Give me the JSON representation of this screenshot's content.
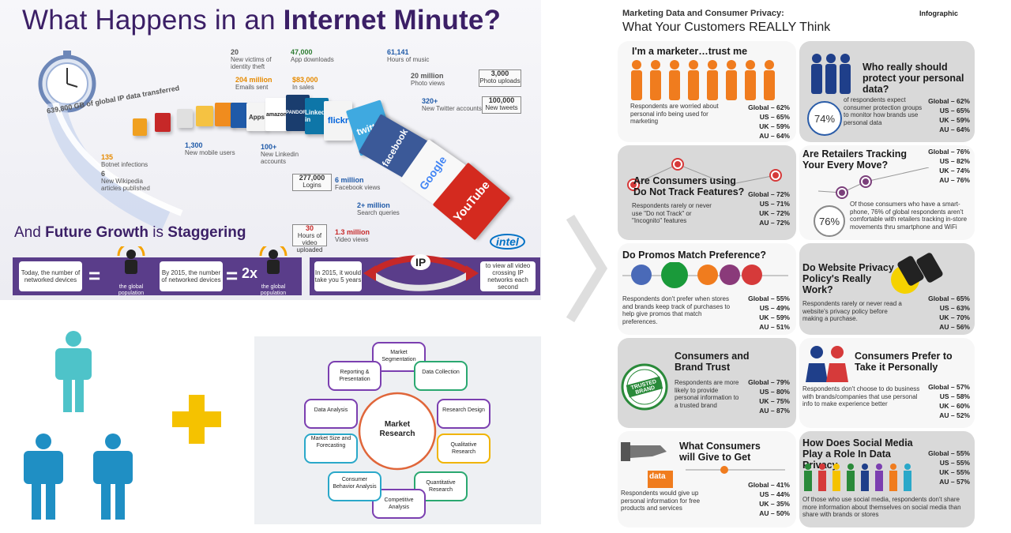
{
  "internet_minute": {
    "title_pre": "What Happens in an ",
    "title_bold": "Internet Minute?",
    "ip_data": "639,800 GB of global IP data transferred",
    "stats": [
      {
        "num": "20",
        "label": "New victims of identity theft",
        "color": "gray"
      },
      {
        "num": "47,000",
        "label": "App downloads",
        "color": "green"
      },
      {
        "num": "61,141",
        "label": "Hours of music",
        "color": "blue"
      },
      {
        "num": "204 million",
        "label": "Emails sent",
        "color": "orange"
      },
      {
        "num": "$83,000",
        "label": "In sales",
        "color": "orange"
      },
      {
        "num": "20 million",
        "label": "Photo views",
        "color": "gray"
      },
      {
        "num": "3,000",
        "label": "Photo uploads",
        "color": "gray"
      },
      {
        "num": "320+",
        "label": "New Twitter accounts",
        "color": "blue"
      },
      {
        "num": "100,000",
        "label": "New tweets",
        "color": "gray"
      },
      {
        "num": "135",
        "label": "Botnet infections",
        "color": "orange"
      },
      {
        "num": "1,300",
        "label": "New mobile users",
        "color": "blue"
      },
      {
        "num": "100+",
        "label": "New Linkedin accounts",
        "color": "blue"
      },
      {
        "num": "6",
        "label": "New Wikipedia articles published",
        "color": "gray"
      },
      {
        "num": "277,000",
        "label": "Logins",
        "color": "gray"
      },
      {
        "num": "6 million",
        "label": "Facebook views",
        "color": "blue"
      },
      {
        "num": "2+ million",
        "label": "Search queries",
        "color": "blue"
      },
      {
        "num": "30",
        "label": "Hours of video uploaded",
        "color": "red"
      },
      {
        "num": "1.3 million",
        "label": "Video views",
        "color": "red"
      }
    ],
    "cubes": [
      "Apps",
      "amazon",
      "PANDORA",
      "Linked in",
      "flickr",
      "twitter",
      "facebook",
      "Google",
      "YouTube"
    ],
    "growth_pre": "And ",
    "growth_bold1": "Future Growth",
    "growth_mid": " is ",
    "growth_bold2": "Staggering",
    "today_text": "Today, the number of networked devices",
    "global_population": "the global population",
    "by2015_text": "By 2015, the number of networked devices",
    "mult": "2x",
    "in2015_text": "In 2015, it would take you 5 years",
    "ip_label": "IP",
    "view_all_text": "to view all video crossing IP networks each second",
    "intel": "intel"
  },
  "market_research": {
    "center": "Market Research",
    "segments": [
      "Market Segmentation",
      "Data Collection",
      "Research Design",
      "Qualitative Research",
      "Quantitative Research",
      "Competitive Analysis",
      "Consumer Behavior Analysis",
      "Market Size and Forecasting",
      "Data Analysis",
      "Reporting & Presentation"
    ]
  },
  "privacy": {
    "header_small": "Marketing Data and Consumer Privacy:",
    "header_big": "What Your Customers REALLY Think",
    "badge": "Infographic",
    "cards": [
      {
        "title": "I'm a marketer…trust me",
        "desc": "Respondents are worried about personal info being used for marketing",
        "stats": [
          "Global – 62%",
          "US – 65%",
          "UK – 59%",
          "AU – 64%"
        ]
      },
      {
        "title": "Who really should protect your personal data?",
        "pct": "74%",
        "desc": "of respondents expect consumer protection groups to monitor how brands use personal data",
        "stats": [
          "Global – 62%",
          "US – 65%",
          "UK – 59%",
          "AU – 64%"
        ]
      },
      {
        "title": "Are Consumers using Do Not Track Features?",
        "desc": "Respondents rarely or never use \"Do not Track\" or \"Incognito\" features",
        "stats": [
          "Global – 72%",
          "US – 71%",
          "UK – 72%",
          "AU – 72%"
        ]
      },
      {
        "title": "Are Retailers Tracking Your Every Move?",
        "pct": "76%",
        "desc": "Of those consumers who have a smart-phone, 76% of global respondents aren't comfortable with retailers tracking in-store movements thru smartphone and WiFi",
        "stats": [
          "Global – 76%",
          "US – 82%",
          "UK – 74%",
          "AU – 76%"
        ]
      },
      {
        "title": "Do Promos Match Preference?",
        "desc": "Respondents don't prefer when stores and brands keep track of purchases to help give promos that match preferences.",
        "stats": [
          "Global – 55%",
          "US – 49%",
          "UK – 59%",
          "AU – 51%"
        ]
      },
      {
        "title": "Do Website Privacy Policy's Really Work?",
        "desc": "Respondents rarely or never read a website's privacy policy before making a purchase.",
        "stats": [
          "Global – 65%",
          "US – 63%",
          "UK – 70%",
          "AU – 56%"
        ]
      },
      {
        "title": "Consumers and Brand Trust",
        "desc": "Respondents are more likely to provide personal information to a trusted brand",
        "stamp": "TRUSTED BRAND",
        "stats": [
          "Global – 79%",
          "US – 80%",
          "UK – 75%",
          "AU – 87%"
        ]
      },
      {
        "title": "Consumers Prefer to Take it Personally",
        "desc": "Respondents don't choose to do business with brands/companies that use personal info to make experience better",
        "stats": [
          "Global – 57%",
          "US – 58%",
          "UK – 60%",
          "AU – 52%"
        ]
      },
      {
        "title": "What Consumers will Give to Get",
        "data_tag": "data",
        "desc": "Respondents would give up personal information for free products and services",
        "stats": [
          "Global – 41%",
          "US – 44%",
          "UK – 35%",
          "AU – 50%"
        ]
      },
      {
        "title": "How Does Social Media Play a Role In Data Privacy",
        "desc": "Of those who use social media, respondents don't share more information about themselves on social media than share with brands or stores",
        "stats": [
          "Global – 55%",
          "US – 55%",
          "UK – 55%",
          "AU – 57%"
        ]
      }
    ]
  },
  "colors": {
    "purple": "#3b1f66",
    "teal_person": "#4ec3c9",
    "blue_person": "#1f8fc4",
    "plus": "#f5c200",
    "orange": "#f07c1e",
    "navy": "#1f3f8a",
    "red_dot": "#d63a3a"
  }
}
